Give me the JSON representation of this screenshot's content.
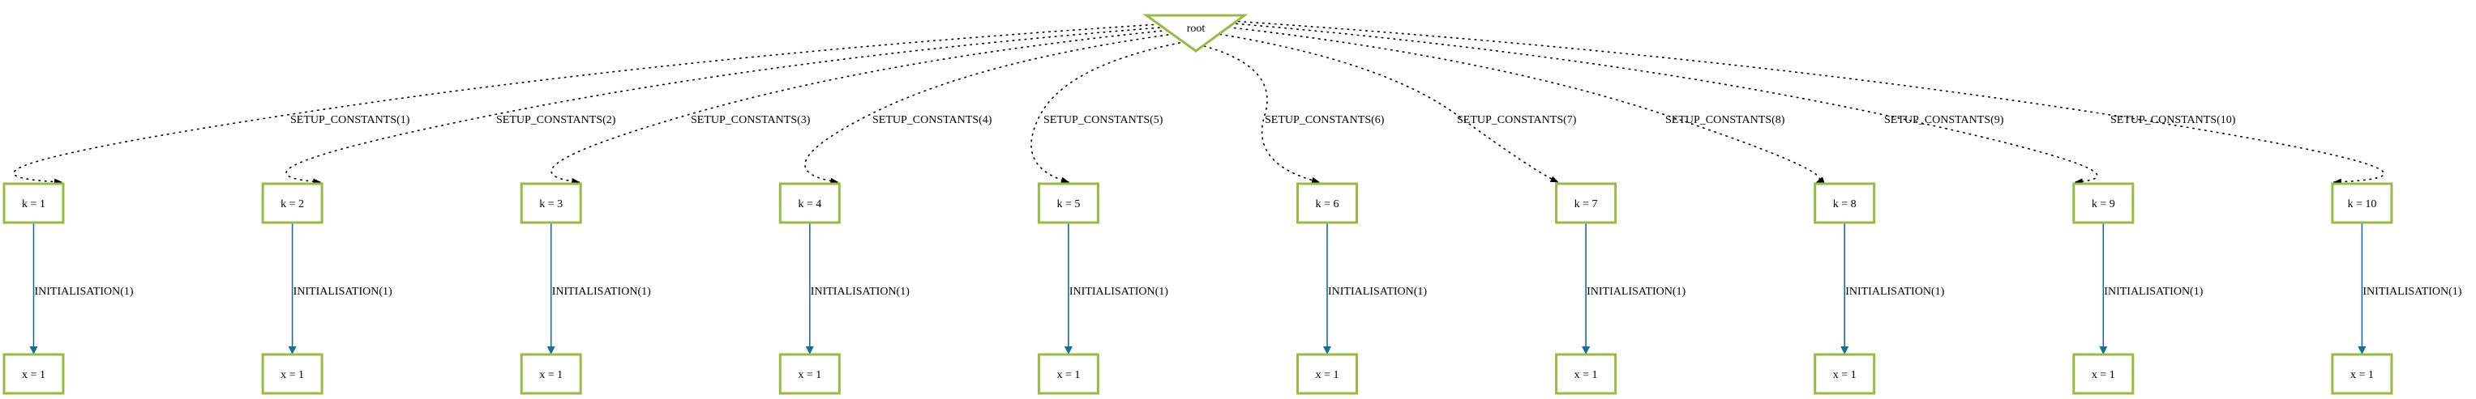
{
  "graph": {
    "root": {
      "label": "root"
    },
    "colors": {
      "node_border": "#99bb44",
      "init_edge": "#1a6e96",
      "setup_edge": "#000000"
    },
    "setup_nodes": [
      {
        "label": "k = 1",
        "edge_label": "SETUP_CONSTANTS(1)"
      },
      {
        "label": "k = 2",
        "edge_label": "SETUP_CONSTANTS(2)"
      },
      {
        "label": "k = 3",
        "edge_label": "SETUP_CONSTANTS(3)"
      },
      {
        "label": "k = 4",
        "edge_label": "SETUP_CONSTANTS(4)"
      },
      {
        "label": "k = 5",
        "edge_label": "SETUP_CONSTANTS(5)"
      },
      {
        "label": "k = 6",
        "edge_label": "SETUP_CONSTANTS(6)"
      },
      {
        "label": "k = 7",
        "edge_label": "SETUP_CONSTANTS(7)"
      },
      {
        "label": "k = 8",
        "edge_label": "SETUP_CONSTANTS(8)"
      },
      {
        "label": "k = 9",
        "edge_label": "SETUP_CONSTANTS(9)"
      },
      {
        "label": "k = 10",
        "edge_label": "SETUP_CONSTANTS(10)"
      }
    ],
    "init_nodes": [
      {
        "label": "x = 1",
        "edge_label": "INITIALISATION(1)"
      },
      {
        "label": "x = 1",
        "edge_label": "INITIALISATION(1)"
      },
      {
        "label": "x = 1",
        "edge_label": "INITIALISATION(1)"
      },
      {
        "label": "x = 1",
        "edge_label": "INITIALISATION(1)"
      },
      {
        "label": "x = 1",
        "edge_label": "INITIALISATION(1)"
      },
      {
        "label": "x = 1",
        "edge_label": "INITIALISATION(1)"
      },
      {
        "label": "x = 1",
        "edge_label": "INITIALISATION(1)"
      },
      {
        "label": "x = 1",
        "edge_label": "INITIALISATION(1)"
      },
      {
        "label": "x = 1",
        "edge_label": "INITIALISATION(1)"
      },
      {
        "label": "x = 1",
        "edge_label": "INITIALISATION(1)"
      }
    ]
  }
}
